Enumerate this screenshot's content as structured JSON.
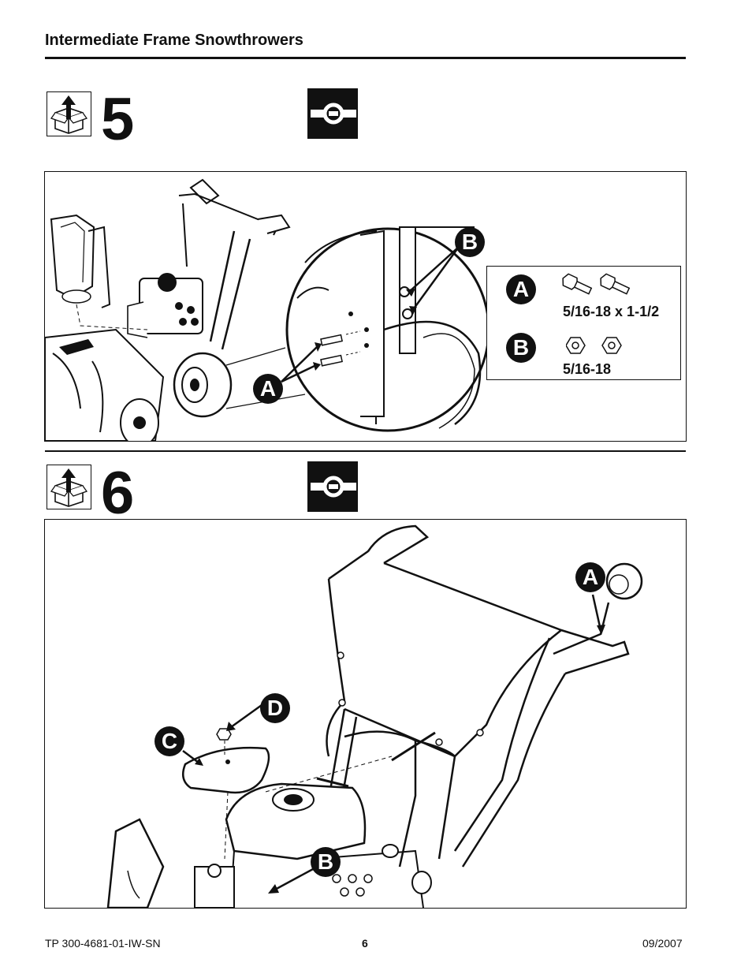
{
  "header": {
    "title": "Intermediate Frame Snowthrowers"
  },
  "steps": [
    {
      "number": "5",
      "callouts": {
        "a": "A",
        "b": "B"
      },
      "legend": {
        "items": [
          {
            "letter": "A",
            "label": "5/16-18 x 1-1/2"
          },
          {
            "letter": "B",
            "label": "5/16-18"
          }
        ]
      }
    },
    {
      "number": "6",
      "callouts": {
        "a": "A",
        "b": "B",
        "c": "C",
        "d": "D"
      }
    }
  ],
  "icons": {
    "unpack": "box-with-up-arrow-icon",
    "tool": "wrench-socket-icon"
  },
  "footer": {
    "doc_number": "TP 300-4681-01-IW-SN",
    "page_number": "6",
    "date": "09/2007"
  }
}
